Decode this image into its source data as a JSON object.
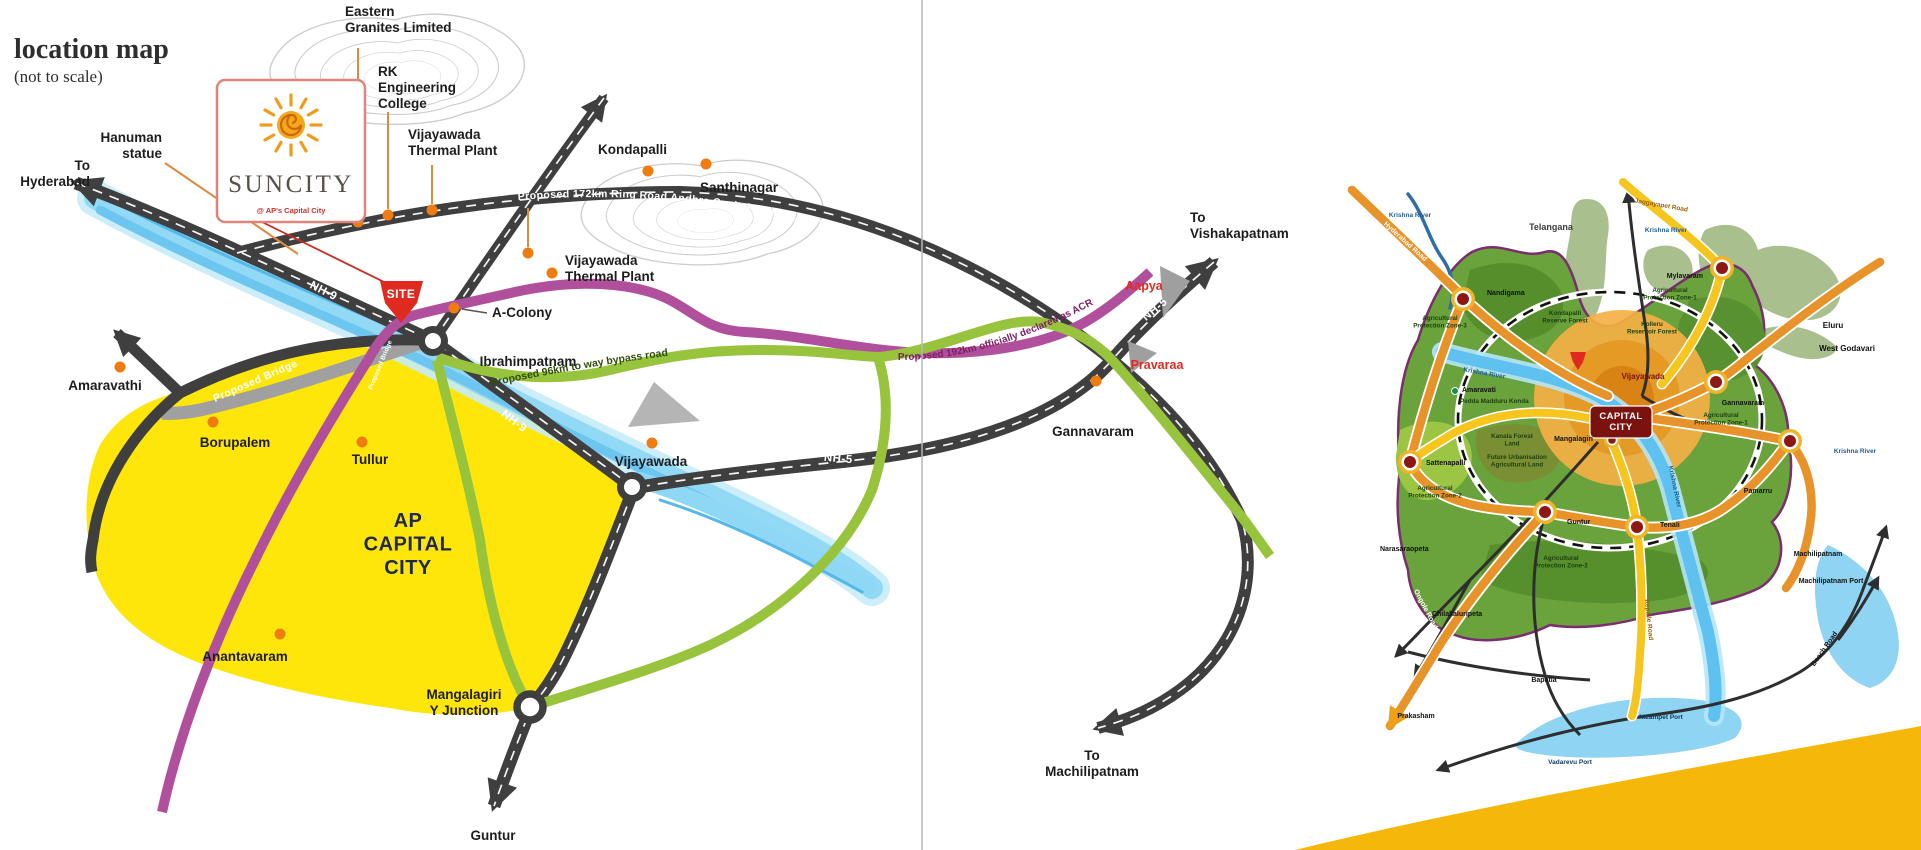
{
  "left_map": {
    "title": "location map",
    "subtitle": "(not to scale)",
    "logo": {
      "name": "SUNCITY",
      "tagline": "@ AP's Capital City"
    },
    "site": "SITE",
    "directions": {
      "hyderabad": "To\nHyderabad",
      "vishakapatnam": "To\nVishakapatnam",
      "machilipatnam": "To\nMachilipatnam",
      "guntur": "Guntur"
    },
    "places": {
      "eastern_granites": "Eastern\nGranites Limited",
      "rk_college": "RK\nEngineering\nCollege",
      "thermal_plant_1": "Vijayawada\nThermal Plant",
      "thermal_plant_2": "Vijayawada\nThermal Plant",
      "kondapalli": "Kondapalli",
      "santhinagar": "Santhinagar",
      "hanuman_statue": "Hanuman\nstatue",
      "amaravathi": "Amaravathi",
      "borupalem": "Borupalem",
      "tullur": "Tullur",
      "ap_capital_city": "AP\nCAPITAL\nCITY",
      "anantavaram": "Anantavaram",
      "ibrahimpatnam": "Ibrahimpatnam",
      "a_colony": "A-Colony",
      "vijayawada": "Vijayawada",
      "gannavaram": "Gannavaram",
      "mangalagiri": "Mangalagiri\nY Junction",
      "aapya": "Aapya",
      "pravaraa": "Pravaraa"
    },
    "roads": {
      "nh9": "NH-9",
      "nh5": "NH-5",
      "ring_road": "Proposed 172km Ring Road Andhra Capital Region(ACR)",
      "bypass": "Proposed 96km to way bypass road",
      "acr_declared": "Proposed 192km officially declared as ACR",
      "proposed_bridge": "Proposed Bridge",
      "proposed_bridge_2": "Proposed Bridge"
    }
  },
  "right_map": {
    "capital": {
      "name": "CAPITAL\nCITY",
      "city": "Vijayawada"
    },
    "rivers": {
      "krishna_nw": "Krishna River",
      "krishna_mid": "Krishna River",
      "krishna_delta": "Krishna River",
      "krishna_e": "Krishna River"
    },
    "roads": {
      "hyderabad_road": "Hyderabad Road",
      "jaggayapet_road": "Jaggayapet Road",
      "ongole_road": "Ongole Road",
      "repalle_road": "Repalle Road",
      "beach_road": "Beach Road"
    },
    "towns": {
      "nandigama": "Nandigama",
      "mylavaram": "Mylavaram",
      "gannavaram": "Gannavaram",
      "sattenapalli": "Sattenapalli",
      "guntur": "Guntur",
      "tenali": "Tenali",
      "mangalagiri": "Mangalagiri",
      "amaravati": "Amaravati",
      "pamarru": "Pamarru",
      "machilipatnam": "Machilipatnam",
      "narasaraopeta": "Narasaraopeta",
      "chilakaluripeta": "Chilakaluripeta",
      "bapatla": "Bapatla",
      "prakasham": "Prakasham",
      "eluru": "Eluru",
      "telangana": "Telangana",
      "west_godavari": "West Godavari",
      "pedda_madduru": "Pedda Madduru Konda"
    },
    "ports": {
      "machilipatnam_port": "Machilipatnam Port",
      "nizampet_port": "Nizampet Port",
      "vadarevu_port": "Vadarevu Port"
    },
    "zones": {
      "apz1": "Agricultural\nProtection Zone-1",
      "apz1b": "Agricultural\nProtection Zone-1",
      "apz2": "Agricultural\nProtection Zone-2",
      "apz2b": "Agricultural\nProtection Zone-2",
      "apz3": "Agricultural\nProtection Zone-3",
      "kondapalli_forest": "Kondapalli\nReserve Forest",
      "kolleru_forest": "Kolleru\nReservoir Forest",
      "kanala_forest": "Kanala Forest\nLand",
      "future_urban": "Future Urbanisation\nAgricultural Land"
    }
  },
  "colors": {
    "site_red": "#e02a20",
    "capital_yellow": "#ffe60a",
    "road_dark": "#3f3f3f",
    "bypass_green": "#97c43c",
    "acr_purple": "#b0509c",
    "river_blue": "#7fcdf3",
    "marker_orange": "#f07c10",
    "coast_gold": "#f5b80a",
    "region_green": "#6aa23c"
  }
}
